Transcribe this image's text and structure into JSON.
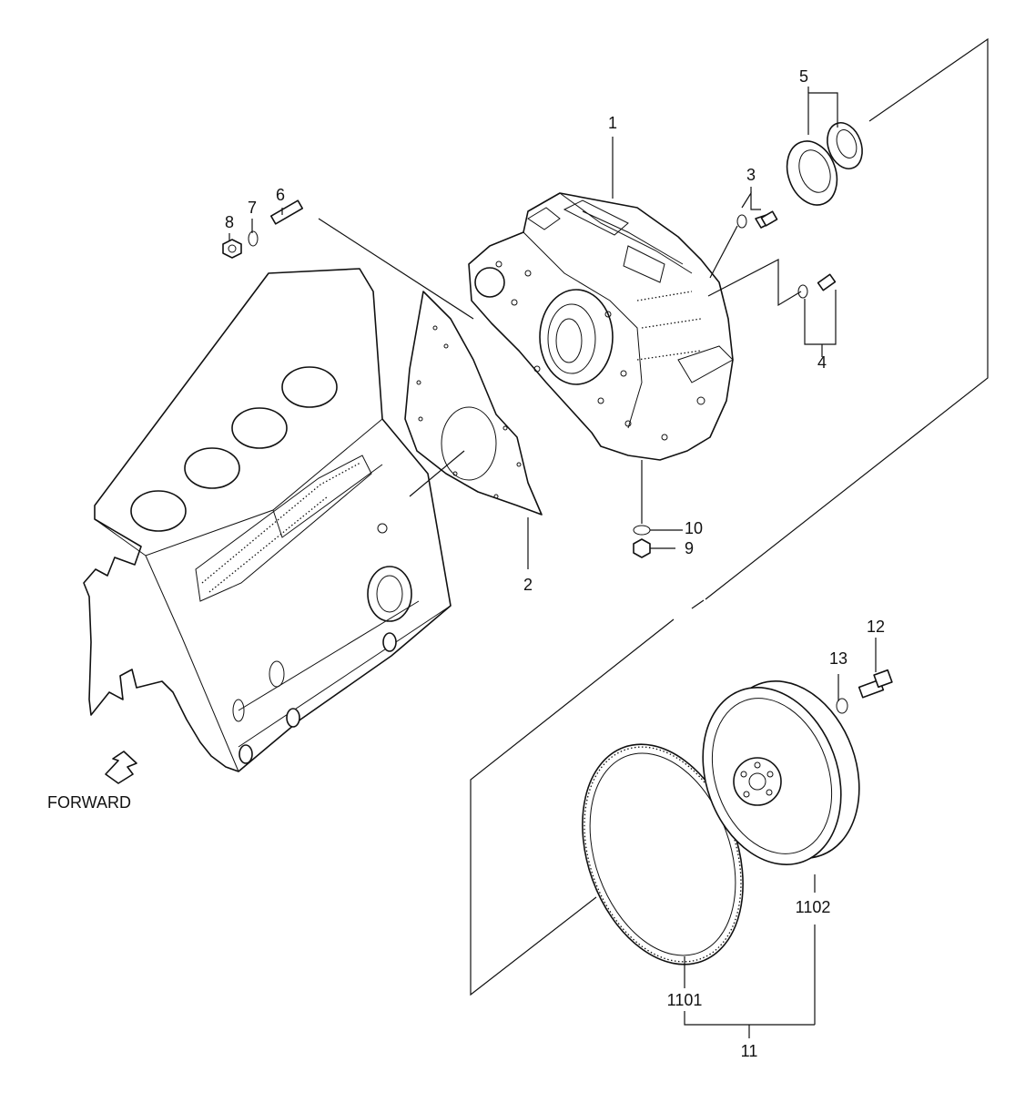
{
  "colors": {
    "ink": "#111111",
    "paper": "#ffffff"
  },
  "callouts": {
    "p1": "1",
    "p2": "2",
    "p3": "3",
    "p4": "4",
    "p5": "5",
    "p6": "6",
    "p7": "7",
    "p8": "8",
    "p9": "9",
    "p10": "10",
    "p11": "11",
    "p12": "12",
    "p13": "13",
    "p1101": "1101",
    "p1102": "1102"
  },
  "direction_label": "FORWARD",
  "icons": {
    "direction": "forward-arrow-icon"
  }
}
